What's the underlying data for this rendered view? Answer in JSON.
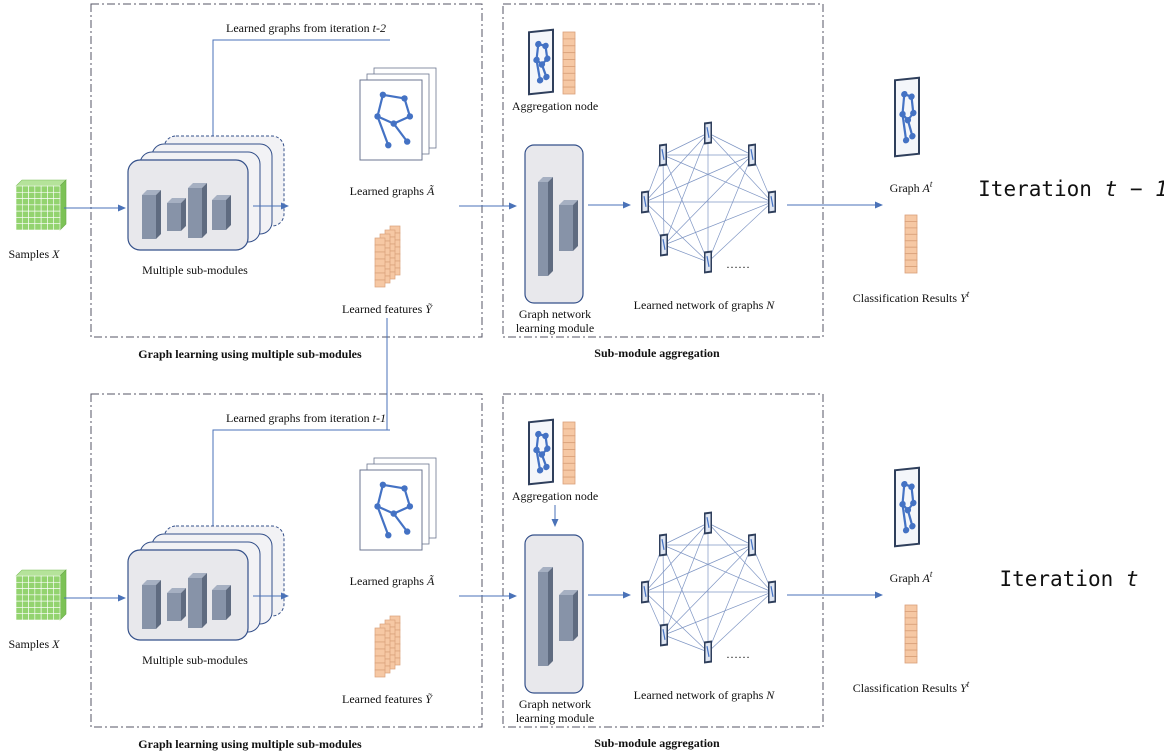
{
  "colors": {
    "border": "#555566",
    "arrow": "#4a72b8",
    "bar": "#8793a8",
    "bar_dark": "#5f6b80",
    "module_fill": "#e8e8ec",
    "module_stroke": "#34508a",
    "sample_green": "#93d36f",
    "feature_orange": "#f6c8a4",
    "graph_node": "#4472c4"
  },
  "icons": {
    "samples": "green-grid-cube-icon",
    "graph": "graph-card-icon",
    "features": "orange-feature-stack-icon",
    "network": "graph-network-icon"
  },
  "rows": [
    {
      "learned_from": "Learned graphs from iteration",
      "learned_from_iter": "t-2",
      "samples_label": "Samples",
      "samples_var": "X",
      "submodules_label": "Multiple sub-modules",
      "learned_graphs_label": "Learned graphs",
      "learned_graphs_var": "Ã",
      "learned_features_label": "Learned features",
      "learned_features_var": "Ỹ",
      "graph_learning_caption": "Graph learning using multiple sub-modules",
      "aggregation_node_label": "Aggregation node",
      "gnl_label_line1": "Graph network",
      "gnl_label_line2": "learning module",
      "ellipsis": "……",
      "network_label": "Learned network of graphs",
      "network_var": "N",
      "aggregation_caption": "Sub-module aggregation",
      "graph_out_label": "Graph",
      "graph_out_var": "A",
      "graph_out_sup": "t",
      "class_label": "Classification Results",
      "class_var": "Y",
      "class_sup": "t",
      "iteration_word": "Iteration",
      "iteration_expr": "t − 1"
    },
    {
      "learned_from": "Learned graphs from iteration",
      "learned_from_iter": "t-1",
      "samples_label": "Samples",
      "samples_var": "X",
      "submodules_label": "Multiple sub-modules",
      "learned_graphs_label": "Learned graphs",
      "learned_graphs_var": "Ã",
      "learned_features_label": "Learned features",
      "learned_features_var": "Ỹ",
      "graph_learning_caption": "Graph learning using multiple sub-modules",
      "aggregation_node_label": "Aggregation node",
      "gnl_label_line1": "Graph network",
      "gnl_label_line2": "learning module",
      "ellipsis": "……",
      "network_label": "Learned network of graphs",
      "network_var": "N",
      "aggregation_caption": "Sub-module aggregation",
      "graph_out_label": "Graph",
      "graph_out_var": "A",
      "graph_out_sup": "t",
      "class_label": "Classification Results",
      "class_var": "Y",
      "class_sup": "t",
      "iteration_word": "Iteration",
      "iteration_expr": "t"
    }
  ]
}
